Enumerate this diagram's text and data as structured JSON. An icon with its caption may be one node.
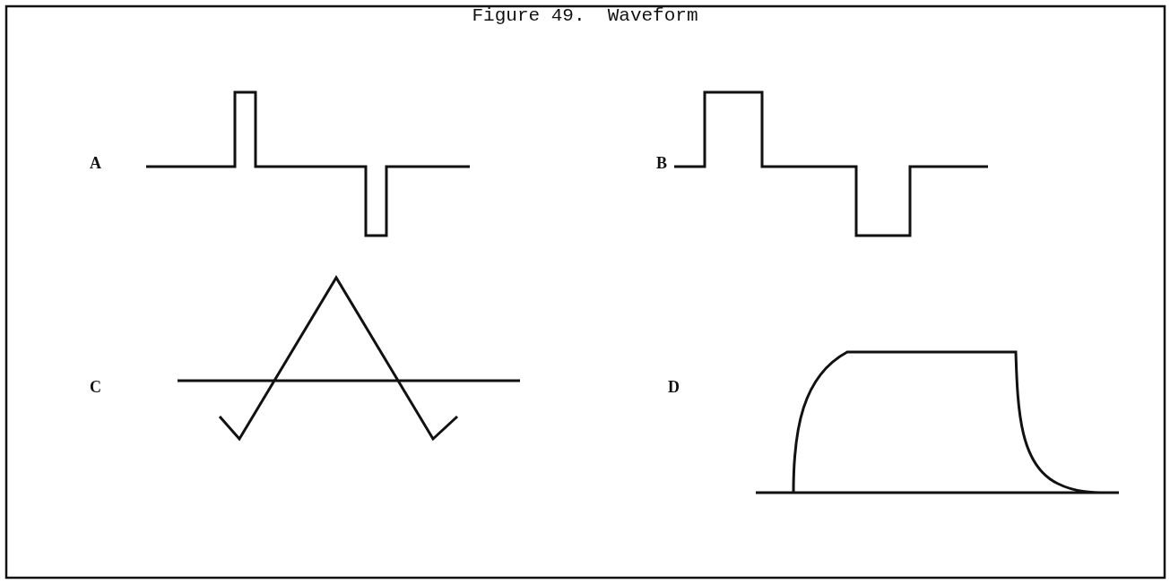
{
  "diagram": {
    "title": "Figure 49.  Waveform",
    "labels": [
      "A",
      "B",
      "C",
      "D"
    ]
  }
}
